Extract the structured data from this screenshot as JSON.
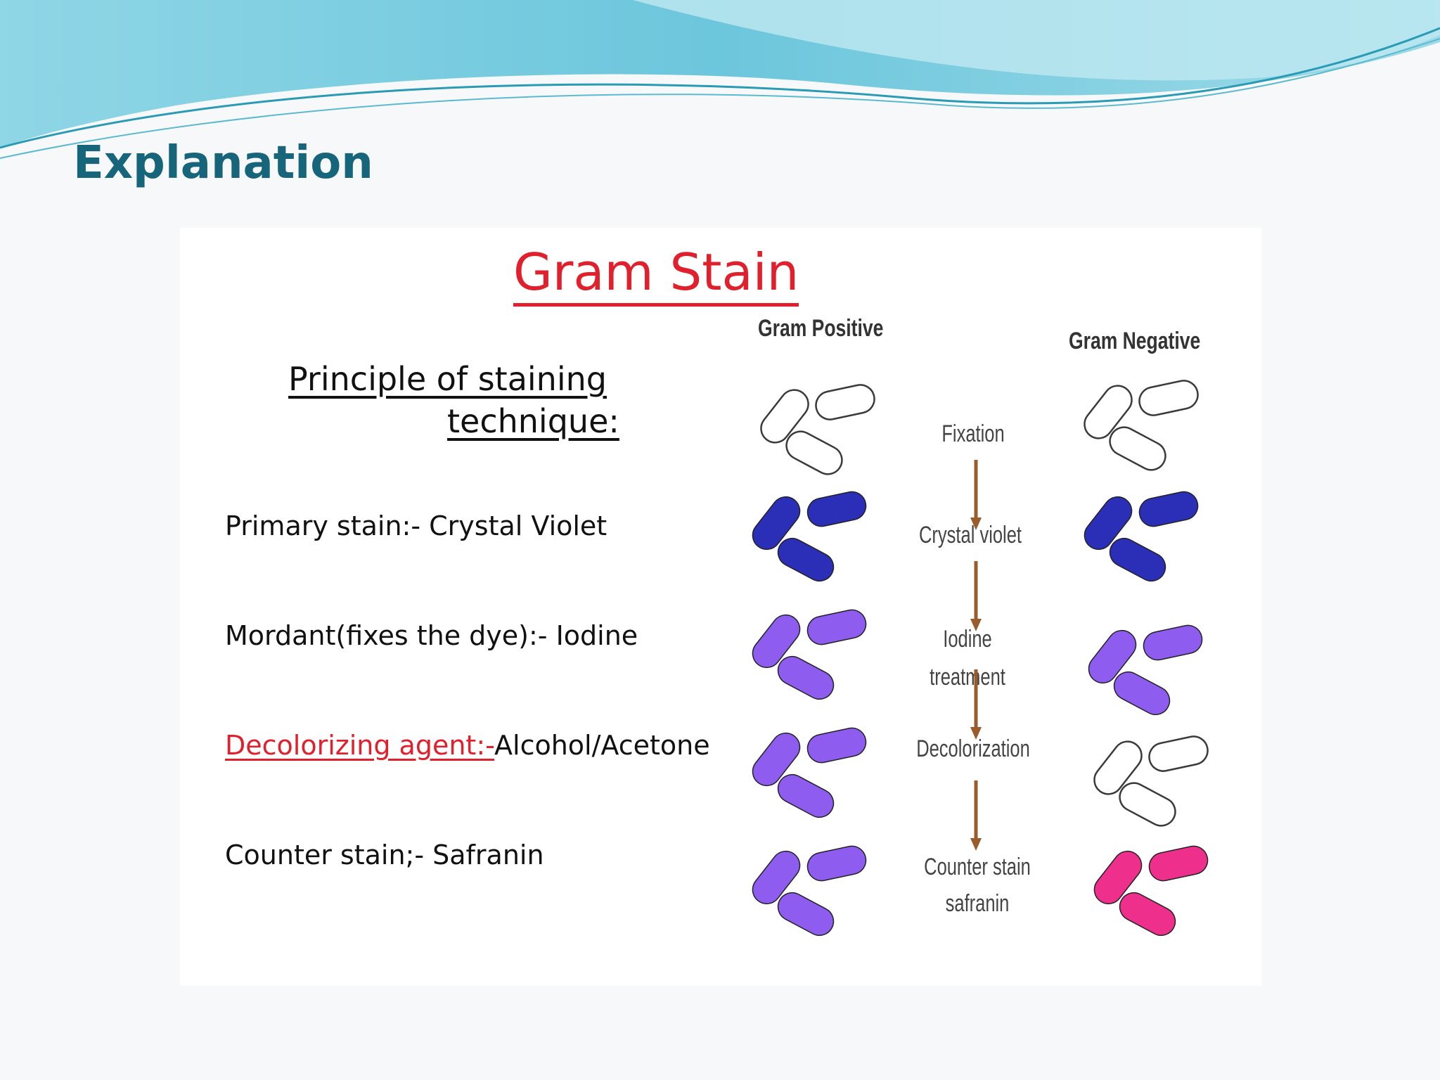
{
  "slide": {
    "title": "Explanation"
  },
  "diagram": {
    "title": "Gram Stain",
    "principle_line1": "Principle of staining",
    "principle_line2": "technique:",
    "steps": [
      {
        "label": "Primary stain:- Crystal Violet"
      },
      {
        "label": "Mordant(fixes the dye):- Iodine"
      },
      {
        "label_red": "Decolorizing agent:-",
        "label": "Alcohol/Acetone"
      },
      {
        "label": "Counter stain;- Safranin"
      }
    ],
    "column_positive": "Gram Positive",
    "column_negative": "Gram Negative",
    "process": [
      "Fixation",
      "Crystal violet",
      "Iodine treatment",
      "Decolorization",
      "Counter stain",
      "safranin"
    ],
    "colors": {
      "unstained": "#ffffff",
      "crystal_violet": "#2b2fb8",
      "purple": "#8f5cf0",
      "pink": "#ee2f8c",
      "arrow": "#9a5c2a",
      "title_red": "#e0202c"
    },
    "positive_row_colors": [
      "unstained",
      "crystal_violet",
      "purple",
      "purple",
      "purple"
    ],
    "negative_row_colors": [
      "unstained",
      "crystal_violet",
      "purple",
      "unstained",
      "pink"
    ]
  }
}
